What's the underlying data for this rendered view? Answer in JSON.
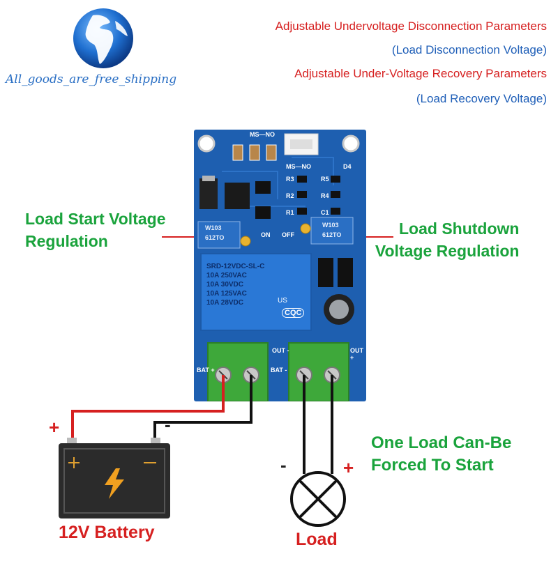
{
  "watermark": {
    "text": "All_goods_are_free_shipping"
  },
  "header": {
    "line1": "Adjustable Undervoltage Disconnection Parameters",
    "line2": "(Load Disconnection Voltage)",
    "line3": "Adjustable Under-Voltage Recovery Parameters",
    "line4": "(Load Recovery Voltage)"
  },
  "callouts": {
    "left_line1": "Load Start Voltage",
    "left_line2": "Regulation",
    "right_line1": "Load Shutdown",
    "right_line2": "Voltage Regulation",
    "force_line1": "One Load Can-Be",
    "force_line2": "Forced To Start"
  },
  "board": {
    "jumper_top": "MS—NO",
    "jumper_mid": "MS—NO",
    "pot_left": "W103",
    "pot_right": "W103",
    "pot_code": "612TO",
    "relay_model": "SRD-12VDC-SL-C",
    "relay_rating1": "10A 250VAC",
    "relay_rating2": "10A 30VDC",
    "relay_rating3": "10A 125VAC",
    "relay_rating4": "10A 28VDC",
    "relay_cert": "CQC",
    "relay_us": "US",
    "r3": "R3",
    "r2": "R2",
    "r1": "R1",
    "r4": "R4",
    "r5": "R5",
    "c1": "C1",
    "d4": "D4",
    "on": "ON",
    "off": "OFF",
    "bat_plus": "BAT +",
    "bat_minus": "BAT -",
    "out_plus": "OUT +",
    "out_minus": "OUT -"
  },
  "battery": {
    "label": "12V Battery",
    "plus": "+",
    "minus": "-"
  },
  "load": {
    "label": "Load",
    "plus": "+",
    "minus": "-"
  },
  "colors": {
    "header_red": "#d62020",
    "header_blue": "#1f5fb8",
    "callout_green": "#1aa33c",
    "pcb_blue": "#1e5fb0",
    "relay_blue": "#2a78d6",
    "terminal_green": "#3ea83a",
    "battery_body": "#2b2b2b",
    "bolt_orange": "#f0a020"
  }
}
